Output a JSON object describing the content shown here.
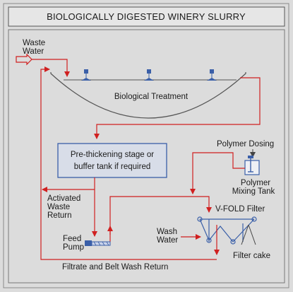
{
  "title": "BIOLOGICALLY DIGESTED WINERY SLURRY",
  "labels": {
    "waste_water_1": "Waste",
    "waste_water_2": "Water",
    "biological_treatment": "Biological Treatment",
    "prethickening_1": "Pre-thickening stage or",
    "prethickening_2": "buffer tank if required",
    "polymer_dosing": "Polymer Dosing",
    "polymer_mixing_1": "Polymer",
    "polymer_mixing_2": "Mixing Tank",
    "activated_1": "Activated",
    "activated_2": "Waste",
    "activated_3": "Return",
    "vfold_filter": "V-FOLD Filter",
    "wash_water_1": "Wash",
    "wash_water_2": "Water",
    "feed_pump_1": "Feed",
    "feed_pump_2": "Pump",
    "filter_cake": "Filter cake",
    "filtrate_return": "Filtrate and Belt Wash Return"
  },
  "colors": {
    "background": "#dcdcdc",
    "title_bar": "#e6e6e6",
    "flow_line": "#d02020",
    "equipment": "#3a5fa8",
    "outline": "#555555"
  }
}
